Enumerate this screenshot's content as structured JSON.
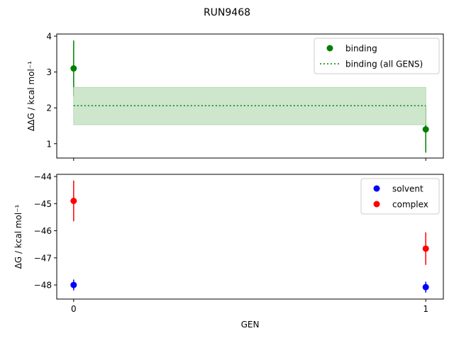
{
  "chart_data": [
    {
      "type": "scatter",
      "title": "RUN9468",
      "xlabel": "",
      "ylabel": "ΔΔG / kcal mol⁻¹",
      "xlim": [
        -0.048,
        1.05
      ],
      "ylim": [
        0.6,
        4.06
      ],
      "xticks": [
        0,
        1
      ],
      "xtick_labels": [],
      "yticks": [
        1,
        2,
        3,
        4
      ],
      "ytick_labels": [
        "1",
        "2",
        "3",
        "4"
      ],
      "grid": false,
      "legend": "top-right",
      "series": [
        {
          "name": "binding",
          "kind": "errorbar-points",
          "color": "#008000",
          "x": [
            0,
            1
          ],
          "y": [
            3.1,
            1.4
          ],
          "yerr": [
            0.78,
            0.65
          ]
        },
        {
          "name": "binding (all GENS)",
          "kind": "dotted-line-with-band",
          "color": "#008000",
          "band_color": "#cde6cc",
          "x": [
            0,
            1
          ],
          "y": 2.06,
          "band": [
            1.53,
            2.57
          ]
        }
      ]
    },
    {
      "type": "scatter",
      "xlabel": "GEN",
      "ylabel": "ΔG / kcal mol⁻¹",
      "xlim": [
        -0.048,
        1.05
      ],
      "ylim": [
        -48.52,
        -43.92
      ],
      "xticks": [
        0,
        1
      ],
      "xtick_labels": [
        "0",
        "1"
      ],
      "yticks": [
        -44,
        -45,
        -46,
        -47,
        -48
      ],
      "ytick_labels": [
        "−44",
        "−45",
        "−46",
        "−47",
        "−48"
      ],
      "grid": false,
      "legend": "top-right",
      "series": [
        {
          "name": "solvent",
          "color": "#0000ff",
          "x": [
            0,
            1
          ],
          "y": [
            -48.0,
            -48.08
          ],
          "yerr": [
            0.2,
            0.2
          ]
        },
        {
          "name": "complex",
          "color": "#ff0000",
          "x": [
            0,
            1
          ],
          "y": [
            -44.9,
            -46.66
          ],
          "yerr": [
            0.75,
            0.6
          ]
        }
      ]
    }
  ]
}
